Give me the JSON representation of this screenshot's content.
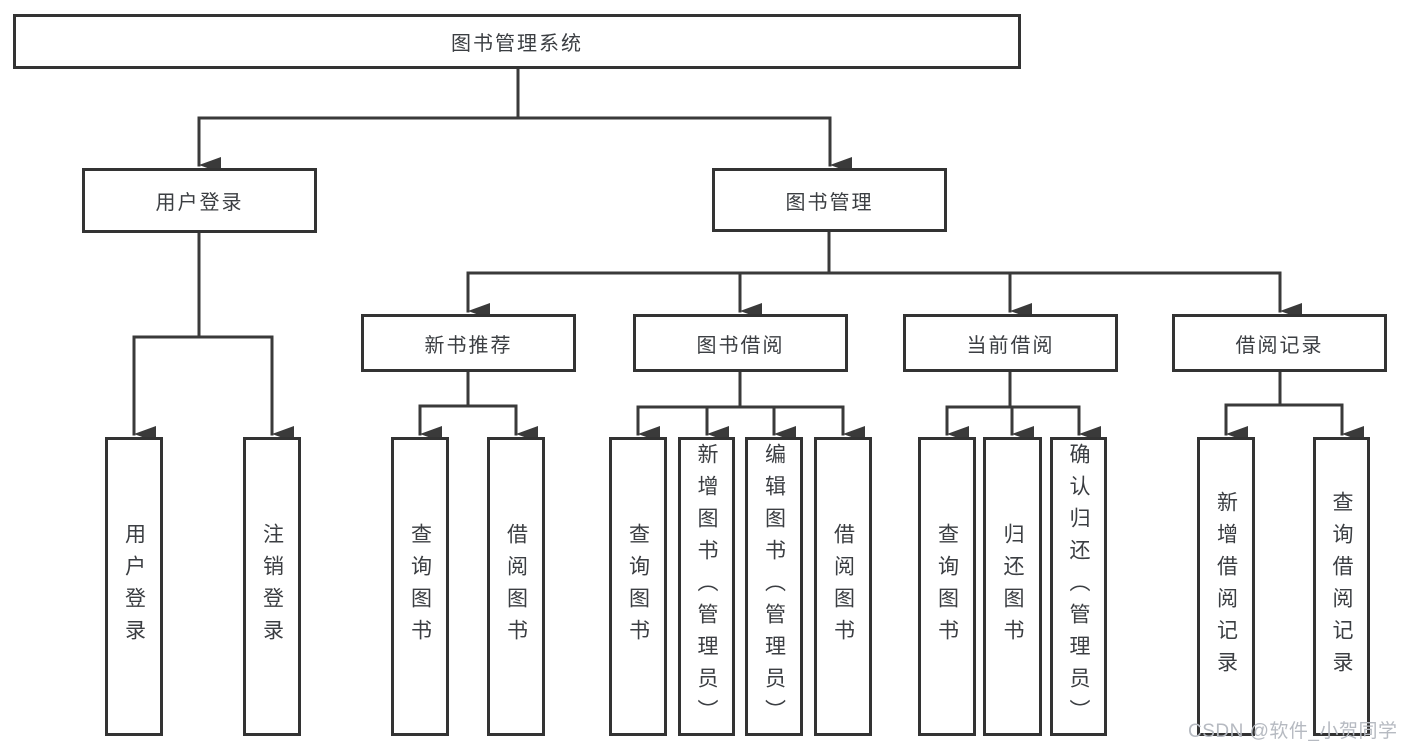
{
  "diagram": {
    "title": "图书管理系统",
    "colors": {
      "line": "#3a3a3a",
      "border": "#333333",
      "box_bg": "#ffffff",
      "text": "#3b3e42",
      "watermark": "#b6bac1"
    },
    "nodes": {
      "root": "图书管理系统",
      "user_login": "用户登录",
      "book_mgmt": "图书管理",
      "new_books": "新书推荐",
      "borrow": "图书借阅",
      "current": "当前借阅",
      "records": "借阅记录",
      "leaf_login": "用户登录",
      "leaf_logout": "注销登录",
      "leaf_nb_query": "查询图书",
      "leaf_nb_borrow": "借阅图书",
      "leaf_bw_query": "查询图书",
      "leaf_bw_add": "新增图书（管理员）",
      "leaf_bw_edit": "编辑图书（管理员）",
      "leaf_bw_borrow": "借阅图书",
      "leaf_cur_query": "查询图书",
      "leaf_cur_return": "归还图书",
      "leaf_cur_confirm": "确认归还（管理员）",
      "leaf_rec_add": "新增借阅记录",
      "leaf_rec_query": "查询借阅记录"
    },
    "watermark": "CSDN @软件_小贺同学"
  }
}
